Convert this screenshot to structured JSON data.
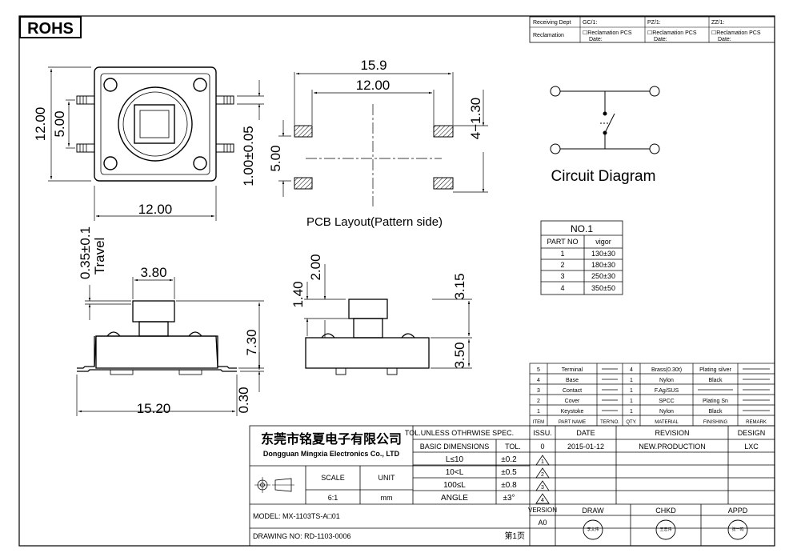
{
  "rohs": "ROHS",
  "top_table": {
    "row1": [
      "Receiving Dept",
      "GC/1:",
      "PZ/1:",
      "ZZ/1:"
    ],
    "row2_label": "Reclamation",
    "cells": [
      "☐Reclamation  PCS",
      "☐Reclamation  PCS",
      "☐Reclamation  PCS"
    ],
    "date": "Date:"
  },
  "dims": {
    "top_h": "12.00",
    "top_inner_h": "5.00",
    "top_w": "12.00",
    "top_right": "1.00±0.05",
    "pcb_outer": "15.9",
    "pcb_inner": "12.00",
    "pcb_side": "4−1.30",
    "pcb_left": "5.00",
    "side_travel_val": "0.35±0.1",
    "side_travel_lbl": "Travel",
    "side_stem": "3.80",
    "side_h": "7.30",
    "side_w": "15.20",
    "side_base": "0.30",
    "mid_a": "1.40",
    "mid_b": "2.00",
    "right_a": "3.15",
    "right_b": "3.50"
  },
  "labels": {
    "pcb": "PCB Layout(Pattern side)",
    "circuit": "Circuit Diagram"
  },
  "force_table": {
    "title": "NO.1",
    "headers": [
      "PART NO",
      "vigor"
    ],
    "rows": [
      [
        "1",
        "130±30"
      ],
      [
        "2",
        "180±30"
      ],
      [
        "3",
        "250±30"
      ],
      [
        "4",
        "350±50"
      ]
    ]
  },
  "parts_table": {
    "rows": [
      [
        "5",
        "Terminal",
        "",
        "4",
        "Brass(0.30t)",
        "Plating silver",
        ""
      ],
      [
        "4",
        "Base",
        "",
        "1",
        "Nylon",
        "Black",
        ""
      ],
      [
        "3",
        "Contact",
        "",
        "1",
        "F.Ag/SUS",
        "",
        ""
      ],
      [
        "2",
        "Cover",
        "",
        "1",
        "SPCC",
        "Plating Sn",
        ""
      ],
      [
        "1",
        "Keystoke",
        "",
        "1",
        "Nylon",
        "Black",
        ""
      ]
    ],
    "headers": [
      "ITEM",
      "PART NAME",
      "TER'NO.",
      "QTY.",
      "MATERIAL",
      "FINISHING",
      "REMARK"
    ]
  },
  "title_block": {
    "company_cn": "东莞市铭夏电子有限公司",
    "company_en": "Dongguan Mingxia Electronics Co., LTD",
    "tol_title": "TOL.UNLESS OTHRWISE SPEC.",
    "basic_dim": "BASIC DIMENSIONS",
    "tol": "TOL.",
    "tol_rows": [
      [
        "L≤10",
        "±0.2"
      ],
      [
        "10<L",
        "±0.5"
      ],
      [
        "100≤L",
        "±0.8"
      ],
      [
        "ANGLE",
        "±3°"
      ]
    ],
    "scale_lbl": "SCALE",
    "unit_lbl": "UNIT",
    "scale": "6:1",
    "unit": "mm",
    "model": "MODEL:  MX-1103TS-A□01",
    "drawing": "DRAWING NO:  RD-1103-0006",
    "page": "第1页",
    "rev_headers": [
      "ISSU.",
      "DATE",
      "REVISION",
      "DESIGN"
    ],
    "rev_row": [
      "0",
      "2015-01-12",
      "NEW.PRODUCTION",
      "LXC"
    ],
    "rev_marks": [
      "1",
      "2",
      "3",
      "4"
    ],
    "version_lbl": "VERSION",
    "version": "A0",
    "sign": [
      "DRAW",
      "CHKD",
      "APPD"
    ],
    "stamps": [
      "李文伟",
      "王志伟",
      "张一鸣"
    ]
  }
}
